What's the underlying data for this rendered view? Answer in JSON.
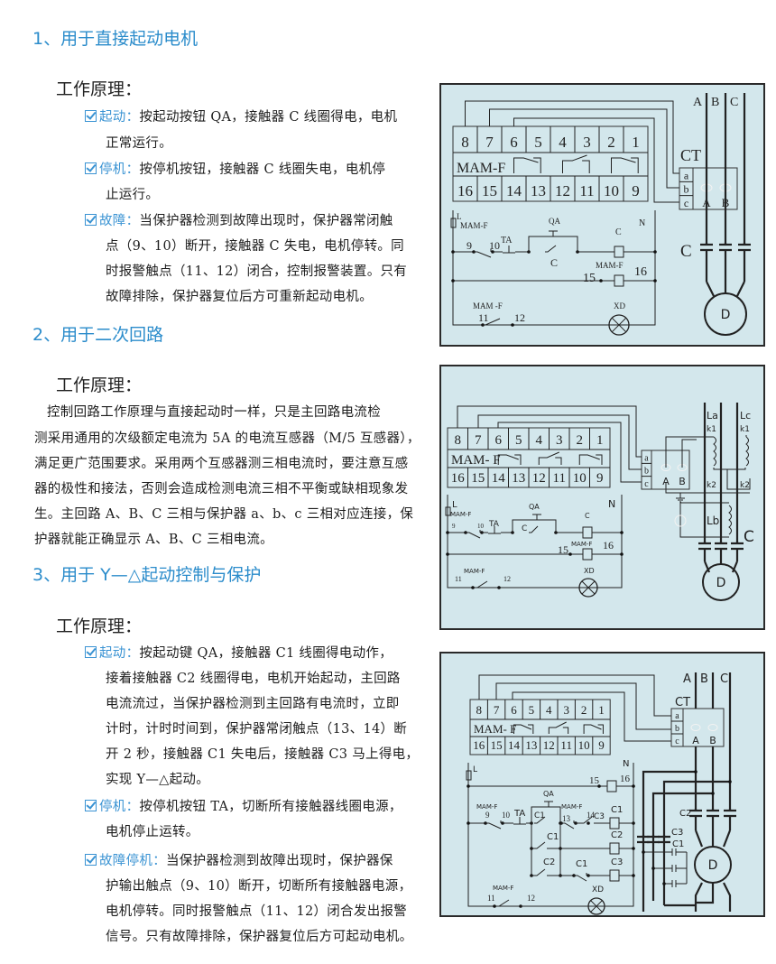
{
  "section1": {
    "title": "1、用于直接起动电机",
    "principle": "工作原理：",
    "items": [
      {
        "label": "起动：",
        "lines": [
          "按起动按钮 QA，接触器 C 线圈得电，电机",
          "正常运行。"
        ]
      },
      {
        "label": "停机：",
        "lines": [
          "按停机按钮，接触器 C 线圈失电，电机停",
          "止运行。"
        ]
      },
      {
        "label": "故障：",
        "lines": [
          "当保护器检测到故障出现时，保护器常闭触",
          "点（9、10）断开，接触器 C 失电，电机停转。同",
          "时报警触点（11、12）闭合，控制报警装置。只有",
          "故障排除，保护器复位后方可重新起动电机。"
        ]
      }
    ]
  },
  "section2": {
    "title": "2、用于二次回路",
    "principle": "工作原理：",
    "lines": [
      "控制回路工作原理与直接起动时一样，只是主回路电流检",
      "测采用通用的次级额定电流为 5A 的电流互感器（M/5 互感器），",
      "满足更广范围要求。采用两个互感器测三相电流时，要注意互感",
      "器的极性和接法，否则会造成检测电流三相不平衡或缺相现象发",
      "生。主回路 A、B、C 三相与保护器 a、b、c 三相对应连接，保",
      "护器就能正确显示 A、B、C 三相电流。"
    ]
  },
  "section3": {
    "title": "3、用于 Y—△起动控制与保护",
    "principle": "工作原理：",
    "items": [
      {
        "label": "起动：",
        "lines": [
          "按起动键 QA，接触器 C1 线圈得电动作，",
          "接着接触器 C2 线圈得电，电机开始起动，主回路",
          "电流流过，当保护器检测到主回路有电流时，立即",
          "计时，计时时间到，保护器常闭触点（13、14）断",
          "开 2 秒，接触器 C1 失电后，接触器 C3 马上得电，",
          "实现 Y—△起动。"
        ]
      },
      {
        "label": "停机：",
        "lines": [
          "按停机按钮 TA，切断所有接触器线圈电源，",
          "电机停止运转。"
        ]
      },
      {
        "label": "故障停机：",
        "lines": [
          "当保护器检测到故障出现时，保护器保",
          "护输出触点（9、10）断开，切断所有接触器电源，",
          "电机停转。同时报警触点（11、12）闭合发出报警",
          "信号。只有故障排除，保护器复位后方可起动电机。"
        ]
      }
    ]
  },
  "diagrams": [
    {
      "terminals_top": [
        "8",
        "7",
        "6",
        "5",
        "4",
        "3",
        "2",
        "1"
      ],
      "terminals_bottom": [
        "16",
        "15",
        "14",
        "13",
        "12",
        "11",
        "10",
        "9"
      ],
      "device": "MAM-F",
      "labels": {
        "ct": "CT",
        "a": "a",
        "b": "b",
        "c": "c",
        "ctA": "A",
        "ctB": "B",
        "phA": "A",
        "phB": "B",
        "phC": "C",
        "contactor": "C",
        "motor": "D",
        "L": "L",
        "N": "N",
        "mam1": "MAM-F",
        "t9": "9",
        "t10": "10",
        "ta": "TA",
        "qa": "QA",
        "cAux": "C",
        "coilC": "C",
        "t15": "15",
        "mam2": "MAM-F",
        "t16": "16",
        "mam3": "MAM -F",
        "t11": "11",
        "t12": "12",
        "xd": "XD"
      }
    },
    {
      "terminals_top": [
        "8",
        "7",
        "6",
        "5",
        "4",
        "3",
        "2",
        "1"
      ],
      "terminals_bottom": [
        "16",
        "15",
        "14",
        "13",
        "12",
        "11",
        "10",
        "9"
      ],
      "device": "MAM- F",
      "labels": {
        "a": "a",
        "b": "b",
        "c": "c",
        "ctA": "A",
        "ctB": "B",
        "la": "La",
        "lc": "Lc",
        "lb": "Lb",
        "k1a": "k1",
        "k1c": "k1",
        "k2a": "k2",
        "k2c": "k2",
        "contactor": "C",
        "motor": "D",
        "L": "L",
        "N": "N",
        "mam1": "MAM-F",
        "t9": "9",
        "t10": "10",
        "ta": "TA",
        "qa": "QA",
        "cAux": "C",
        "coilC": "C",
        "t15": "15",
        "mam2": "MAM-F",
        "t16": "16",
        "mam3": "MAM-F",
        "t11": "11",
        "t12": "12",
        "xd": "XD"
      }
    },
    {
      "terminals_top": [
        "8",
        "7",
        "6",
        "5",
        "4",
        "3",
        "2",
        "1"
      ],
      "terminals_bottom": [
        "16",
        "15",
        "14",
        "13",
        "12",
        "11",
        "10",
        "9"
      ],
      "device": "MAM- F",
      "labels": {
        "ct": "CT",
        "a": "a",
        "b": "b",
        "c": "c",
        "ctA": "A",
        "ctB": "B",
        "phA": "A",
        "phB": "B",
        "phC": "C",
        "motor": "D",
        "L": "L",
        "N": "N",
        "t15": "15",
        "t16": "16",
        "mam1": "MAM-F",
        "t9": "9",
        "t10": "10",
        "ta": "TA",
        "qa": "QA",
        "c1aux": "C1",
        "mam4": "MAM-F",
        "t13": "13",
        "t14": "14",
        "c3nc": "C3",
        "coilC1": "C1",
        "c1b": "C1",
        "coilC2": "C2",
        "c2aux": "C2",
        "c1c": "C1",
        "coilC3": "C3",
        "mainC2": "C2",
        "mainC3": "C3",
        "mainC1": "C1",
        "mam3": "MAM-F",
        "t11": "11",
        "t12": "12",
        "xd": "XD"
      }
    }
  ],
  "colors": {
    "title": "#2b8ccb",
    "diagram_bg": "#d3e7ec"
  }
}
